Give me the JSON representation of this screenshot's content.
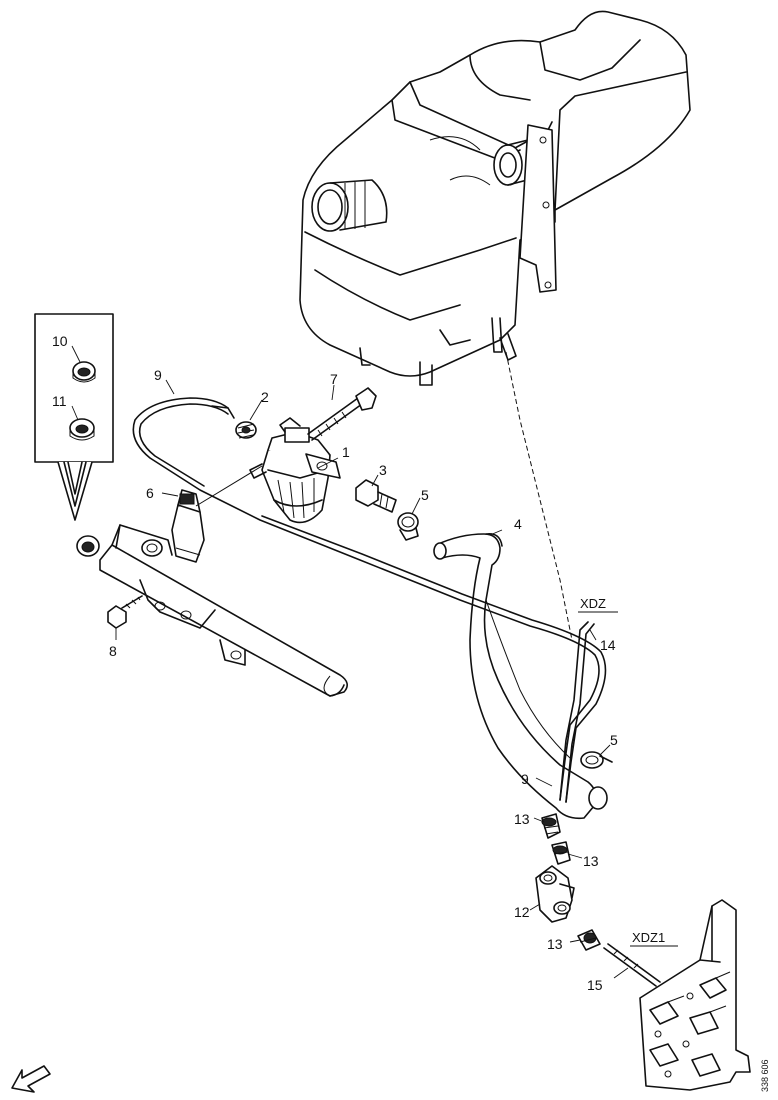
{
  "diagram": {
    "callouts": {
      "c1": "1",
      "c2": "2",
      "c3": "3",
      "c4": "4",
      "c5a": "5",
      "c5b": "5",
      "c6": "6",
      "c7": "7",
      "c8": "8",
      "c9a": "9",
      "c9b": "9",
      "c10": "10",
      "c11": "11",
      "c12": "12",
      "c13a": "13",
      "c13b": "13",
      "c13c": "13",
      "c14": "14",
      "c15": "15"
    },
    "connector_refs": {
      "xdz": "XDZ",
      "xdz1": "XDZ1"
    },
    "drawing_code": "338 606"
  }
}
